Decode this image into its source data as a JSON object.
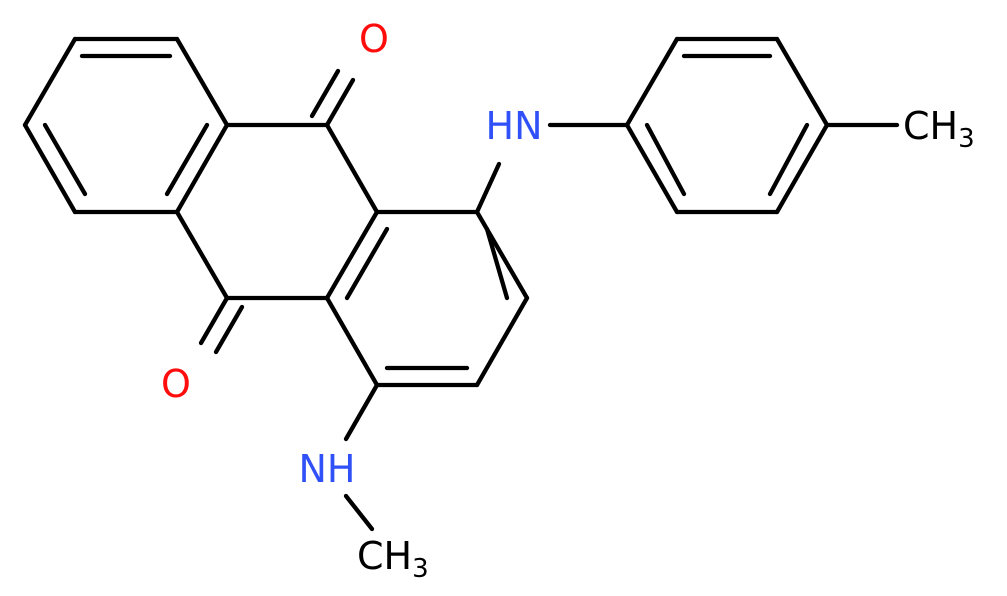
{
  "colors": {
    "bond": "#000000",
    "oxygen": "#ff0d0d",
    "nitrogen": "#3050f8",
    "carbon": "#000000",
    "background": "#ffffff"
  },
  "atom_labels": {
    "o_top": "O",
    "o_bottom": "O",
    "nh_top": "HN",
    "nh_bottom": "NH",
    "ch3_right_main": "CH",
    "ch3_right_sub": "3",
    "ch3_bottom_main": "CH",
    "ch3_bottom_sub": "3"
  }
}
